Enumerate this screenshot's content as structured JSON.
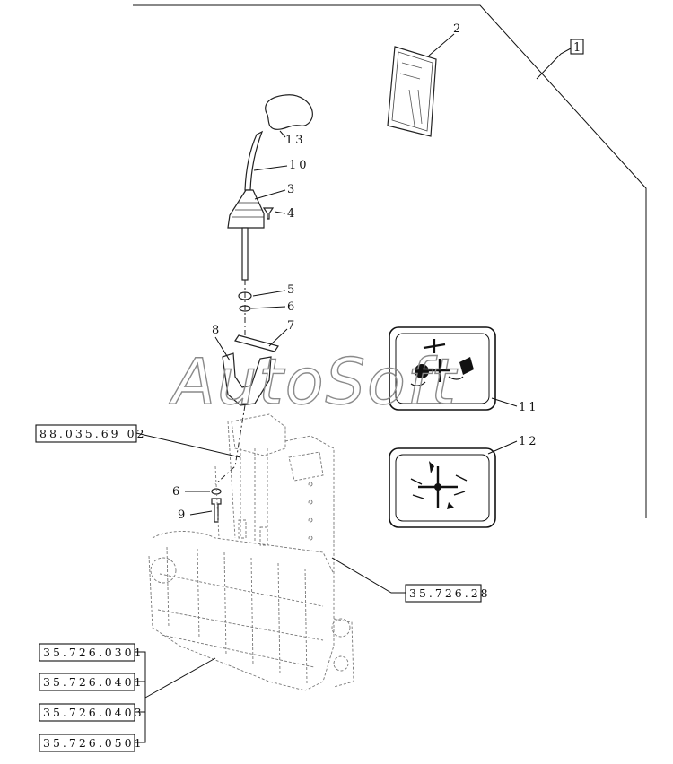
{
  "callouts": [
    "2",
    "1",
    "13",
    "10",
    "3",
    "4",
    "5",
    "6",
    "7",
    "8",
    "11",
    "12",
    "6",
    "9"
  ],
  "references": [
    "88.035.69 02",
    "35.726.28",
    "35.726.0301",
    "35.726.0401",
    "35.726.0403",
    "35.726.0501"
  ],
  "watermark": "AutoSoft",
  "colors": {
    "line": "#111111",
    "ghost": "#777777",
    "background": "#ffffff"
  }
}
